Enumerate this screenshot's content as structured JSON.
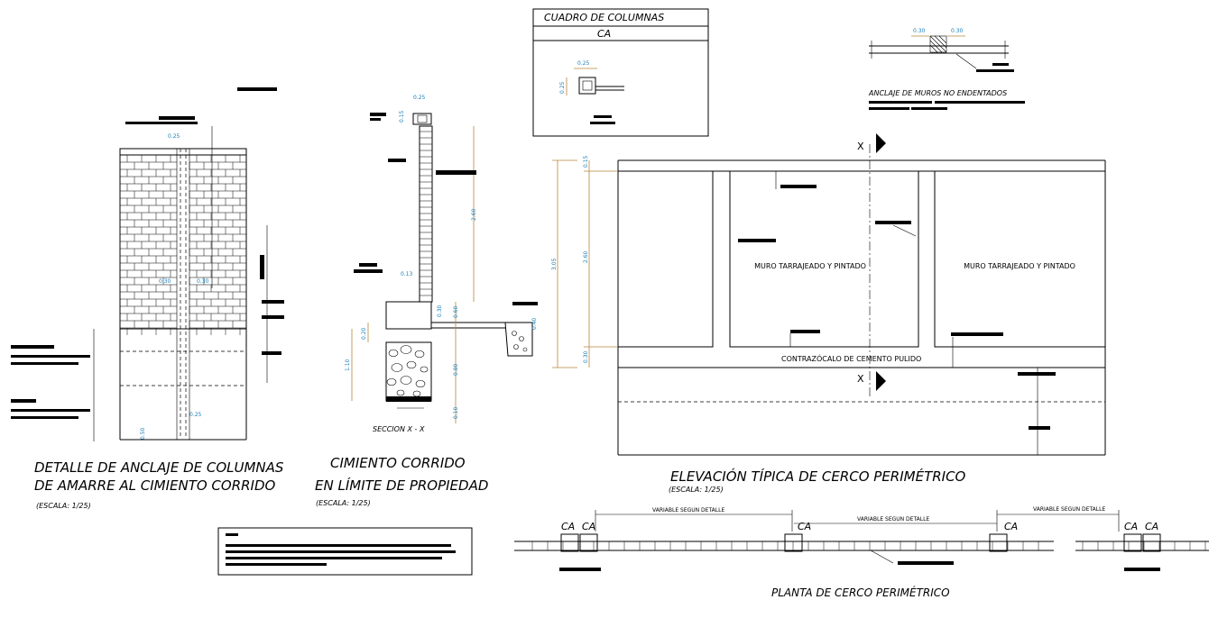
{
  "titles": {
    "anclaje_line1": "DETALLE DE ANCLAJE DE COLUMNAS",
    "anclaje_line2": "DE AMARRE AL CIMIENTO CORRIDO",
    "anclaje_scale": "(ESCALA: 1/25)",
    "cimiento_line1": "CIMIENTO CORRIDO",
    "cimiento_line2": "EN LÍMITE DE PROPIEDAD",
    "cimiento_scale": "(ESCALA: 1/25)",
    "elevacion": "ELEVACIÓN TÍPICA DE CERCO PERIMÉTRICO",
    "elevacion_scale": "(ESCALA: 1/25)",
    "planta": "PLANTA DE CERCO PERIMÉTRICO",
    "seccion": "SECCION X - X",
    "muros_no_endentados": "ANCLAJE DE MUROS NO ENDENTADOS"
  },
  "cuadro": {
    "title": "CUADRO DE COLUMNAS",
    "column": "CA",
    "dim_w": "0.25",
    "dim_h": "0.25"
  },
  "elevation": {
    "panel_label_1": "MURO TARRAJEADO Y PINTADO",
    "panel_label_2": "MURO TARRAJEADO Y PINTADO",
    "contrazocalo": "CONTRAZÓCALO DE CEMENTO PULIDO",
    "cut_label_top": "X",
    "cut_label_bottom": "X",
    "dim_total": "3.05",
    "dim_top": "0.15",
    "dim_mid": "2.60",
    "dim_base": "0.30"
  },
  "detail_column": {
    "dim_top": "0.25",
    "dim_left": "0.30",
    "dim_right": "0.30",
    "dim_bottom": "0.25",
    "dim_base": "0.50"
  },
  "section": {
    "dim_top": "0.25",
    "dim_height": "2.60",
    "dim_013": "0.13",
    "dim_030": "0.30",
    "dim_060": "0.60",
    "dim_080": "0.80",
    "dim_010": "0.10",
    "dim_020": "0.20",
    "dim_110": "1.10",
    "dim_015": "0.15",
    "dim_040": "0.40"
  },
  "plan": {
    "ca_labels": [
      "CA",
      "CA",
      "CA",
      "CA",
      "CA",
      "CA"
    ],
    "variable_1": "VARIABLE SEGUN DETALLE",
    "variable_2": "VARIABLE SEGUN DETALLE",
    "variable_3": "VARIABLE SEGUN DETALLE"
  },
  "muros_detail": {
    "dim_left": "0.30",
    "dim_right": "0.30"
  }
}
